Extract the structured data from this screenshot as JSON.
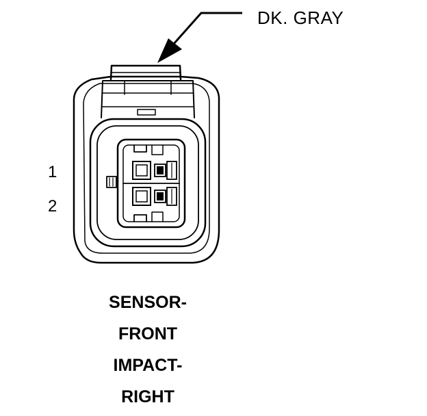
{
  "wire_color": "DK. GRAY",
  "pins": [
    "1",
    "2"
  ],
  "caption": [
    "SENSOR-",
    "FRONT",
    "IMPACT-",
    "RIGHT"
  ]
}
